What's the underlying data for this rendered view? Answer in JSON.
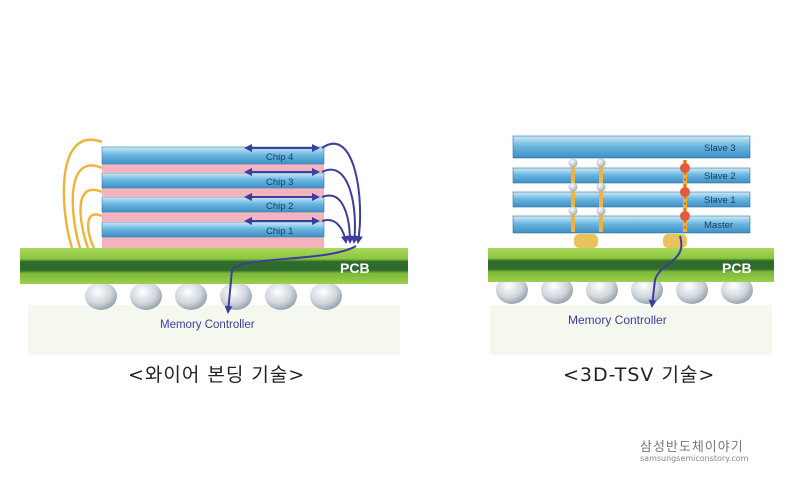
{
  "wire_bonding": {
    "chips": [
      "Chip 4",
      "Chip 3",
      "Chip 2",
      "Chip 1"
    ],
    "pcb_label": "PCB",
    "controller_label": "Memory Controller",
    "caption": "<와이어 본딩 기술>"
  },
  "tsv": {
    "dies": [
      "Slave 3",
      "Slave 2",
      "Slave 1",
      "Master"
    ],
    "pcb_label": "PCB",
    "controller_label": "Memory Controller",
    "caption": "<3D-TSV 기술>"
  },
  "brand": {
    "title": "삼성반도체이야기",
    "url": "samsungsemiconstory.com"
  },
  "colors": {
    "wire": "#f0b238",
    "arrow": "#3d3d9e",
    "chip_blue": "#5aa9d6",
    "interposer_pink": "#f3b4bd",
    "pcb_green": "#8cc63f",
    "pcb_dark": "#2f6b2a"
  }
}
